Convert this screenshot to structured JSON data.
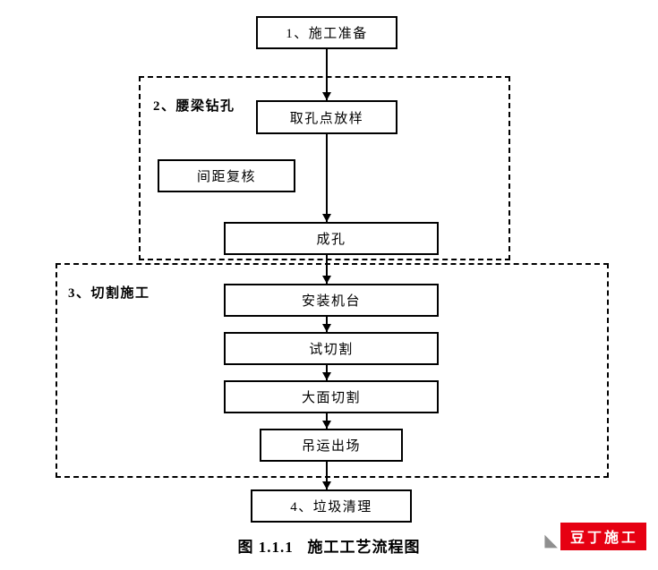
{
  "flow": {
    "nodes": {
      "prep": "1、施工准备",
      "sampling": "取孔点放样",
      "spacing_check": "间距复核",
      "drilling": "成孔",
      "install_machine": "安装机台",
      "trial_cut": "试切割",
      "main_cut": "大面切割",
      "hoist_out": "吊运出场",
      "cleanup": "4、垃圾清理"
    },
    "groups": {
      "drilling_stage": "2、腰梁钻孔",
      "cutting_stage": "3、切割施工"
    },
    "caption": "图 1.1.1   施工工艺流程图"
  },
  "watermark": {
    "label": "豆丁施工",
    "brand_color": "#e60012",
    "triangle_glyph": "◣"
  }
}
